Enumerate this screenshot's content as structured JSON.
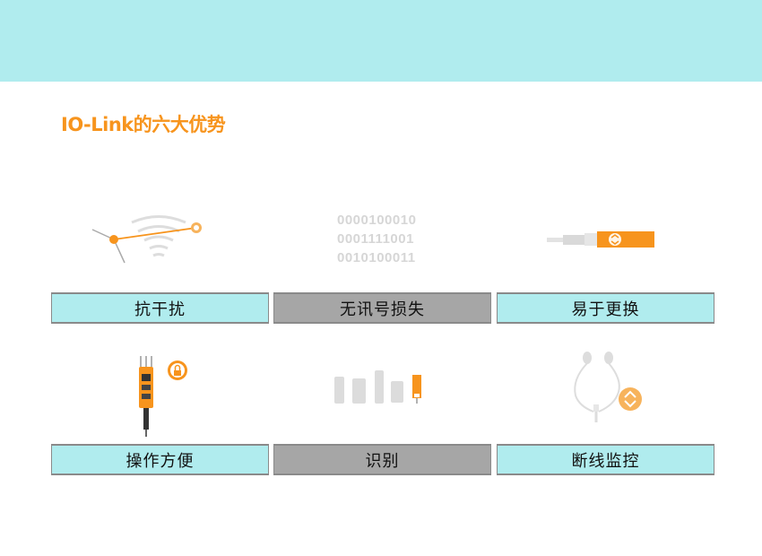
{
  "title": "IO-Link的六大优势",
  "tiles": [
    {
      "label": "抗干扰",
      "icon": "interference-resistance-icon"
    },
    {
      "label": "无讯号损失",
      "icon": "binary-signal-icon"
    },
    {
      "label": "易于更换",
      "icon": "sensor-replacement-icon"
    },
    {
      "label": "操作方便",
      "icon": "locked-sensor-icon"
    },
    {
      "label": "识别",
      "icon": "device-identification-icon"
    },
    {
      "label": "断线监控",
      "icon": "wire-break-monitoring-icon"
    }
  ],
  "binary_lines": [
    "0000100010",
    "0001111001",
    "0010100011"
  ],
  "colors": {
    "band": "#b0ecee",
    "accent": "#f7941d",
    "gray_bar": "#a6a6a6"
  }
}
